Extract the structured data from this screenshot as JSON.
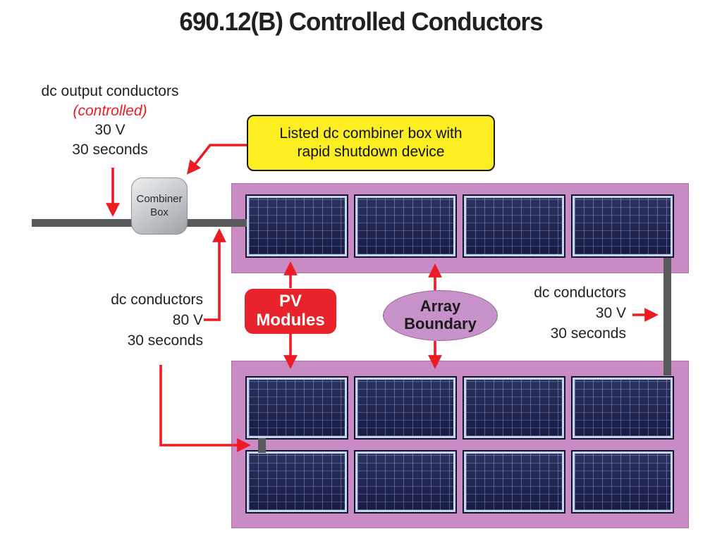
{
  "title": "690.12(B) Controlled Conductors",
  "callout": {
    "line1": "Listed dc combiner box with",
    "line2": "rapid shutdown device"
  },
  "combiner": {
    "line1": "Combiner",
    "line2": "Box"
  },
  "labels": {
    "dc_output": {
      "title": "dc output conductors",
      "controlled": "(controlled)",
      "voltage": "30 V",
      "time": "30 seconds"
    },
    "dc_left": {
      "title": "dc conductors",
      "voltage": "80 V",
      "time": "30 seconds"
    },
    "dc_right": {
      "title": "dc conductors",
      "voltage": "30 V",
      "time": "30 seconds"
    }
  },
  "pv_modules_label": {
    "line1": "PV",
    "line2": "Modules"
  },
  "array_boundary_label": {
    "line1": "Array",
    "line2": "Boundary"
  },
  "arrays": {
    "upper": {
      "grid": "1x4"
    },
    "lower": {
      "grid": "2x4"
    }
  },
  "colors": {
    "red": "#ed1c24",
    "yellow": "#fcee21",
    "array_pink": "#c98bc3",
    "conductor": "#58595b",
    "module_navy": "#1b2050",
    "ellipse": "#c791c9",
    "pv_red": "#e8232b",
    "text": "#231f20"
  }
}
